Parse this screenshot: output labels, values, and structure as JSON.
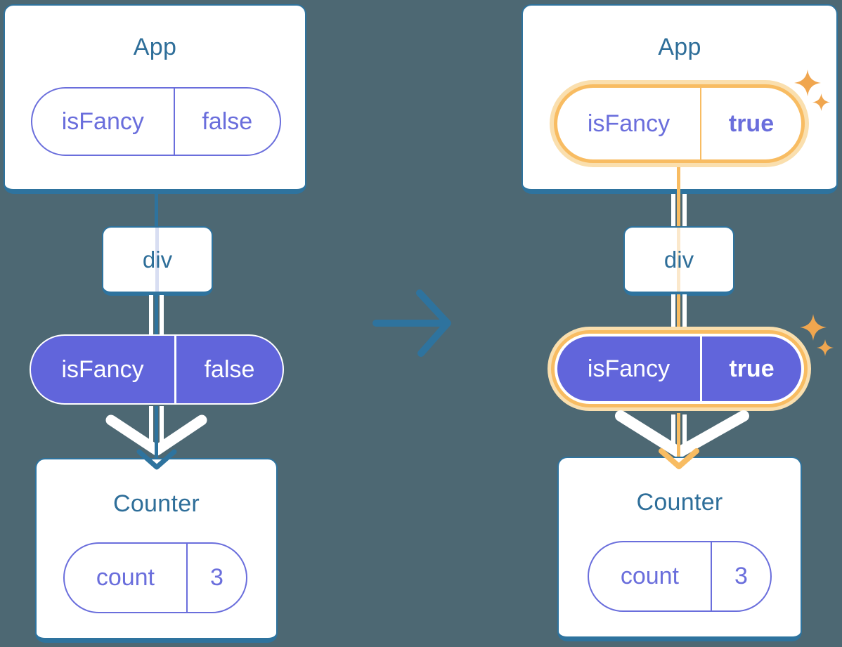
{
  "colors": {
    "background": "#4D6873",
    "stroke_blue": "#2E739E",
    "heading_blue": "#2E6E99",
    "purple_stroke": "#6A6EDC",
    "purple_fill": "#6165DB",
    "faded_purple_line": "#D8DEF2",
    "orange": "#F8BC62",
    "orange_glow": "#FADFAE",
    "faded_orange_line": "#FBE8CB",
    "sparkle_orange": "#F0A64F"
  },
  "icons": {
    "sparkle": "four-point-star",
    "transition_arrow": "right-arrow",
    "white_flow_arrow": "chevron-down",
    "flow_arrowhead": "chevron-down"
  },
  "panels": {
    "before": {
      "app": {
        "title": "App",
        "prop_name": "isFancy",
        "prop_value": "false"
      },
      "div": {
        "label": "div"
      },
      "flow": {
        "prop_name": "isFancy",
        "prop_value": "false"
      },
      "counter": {
        "title": "Counter",
        "state_name": "count",
        "state_value": "3"
      }
    },
    "after": {
      "app": {
        "title": "App",
        "prop_name": "isFancy",
        "prop_value": "true"
      },
      "div": {
        "label": "div"
      },
      "flow": {
        "prop_name": "isFancy",
        "prop_value": "true"
      },
      "counter": {
        "title": "Counter",
        "state_name": "count",
        "state_value": "3"
      }
    }
  }
}
